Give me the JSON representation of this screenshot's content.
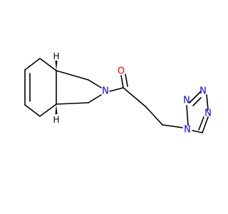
{
  "molecule": {
    "colors": {
      "carbon_bond": "#000000",
      "nitrogen": "#0000FF",
      "oxygen": "#FF0000",
      "hydrogen": "#000000",
      "background": "#ffffff"
    },
    "atoms": {
      "o1": "O",
      "n_ring": "N",
      "tz_n1": "N",
      "tz_n2": "N",
      "tz_n3": "N",
      "tz_n4": "N",
      "h_top": "H",
      "h_bottom": "H"
    }
  }
}
